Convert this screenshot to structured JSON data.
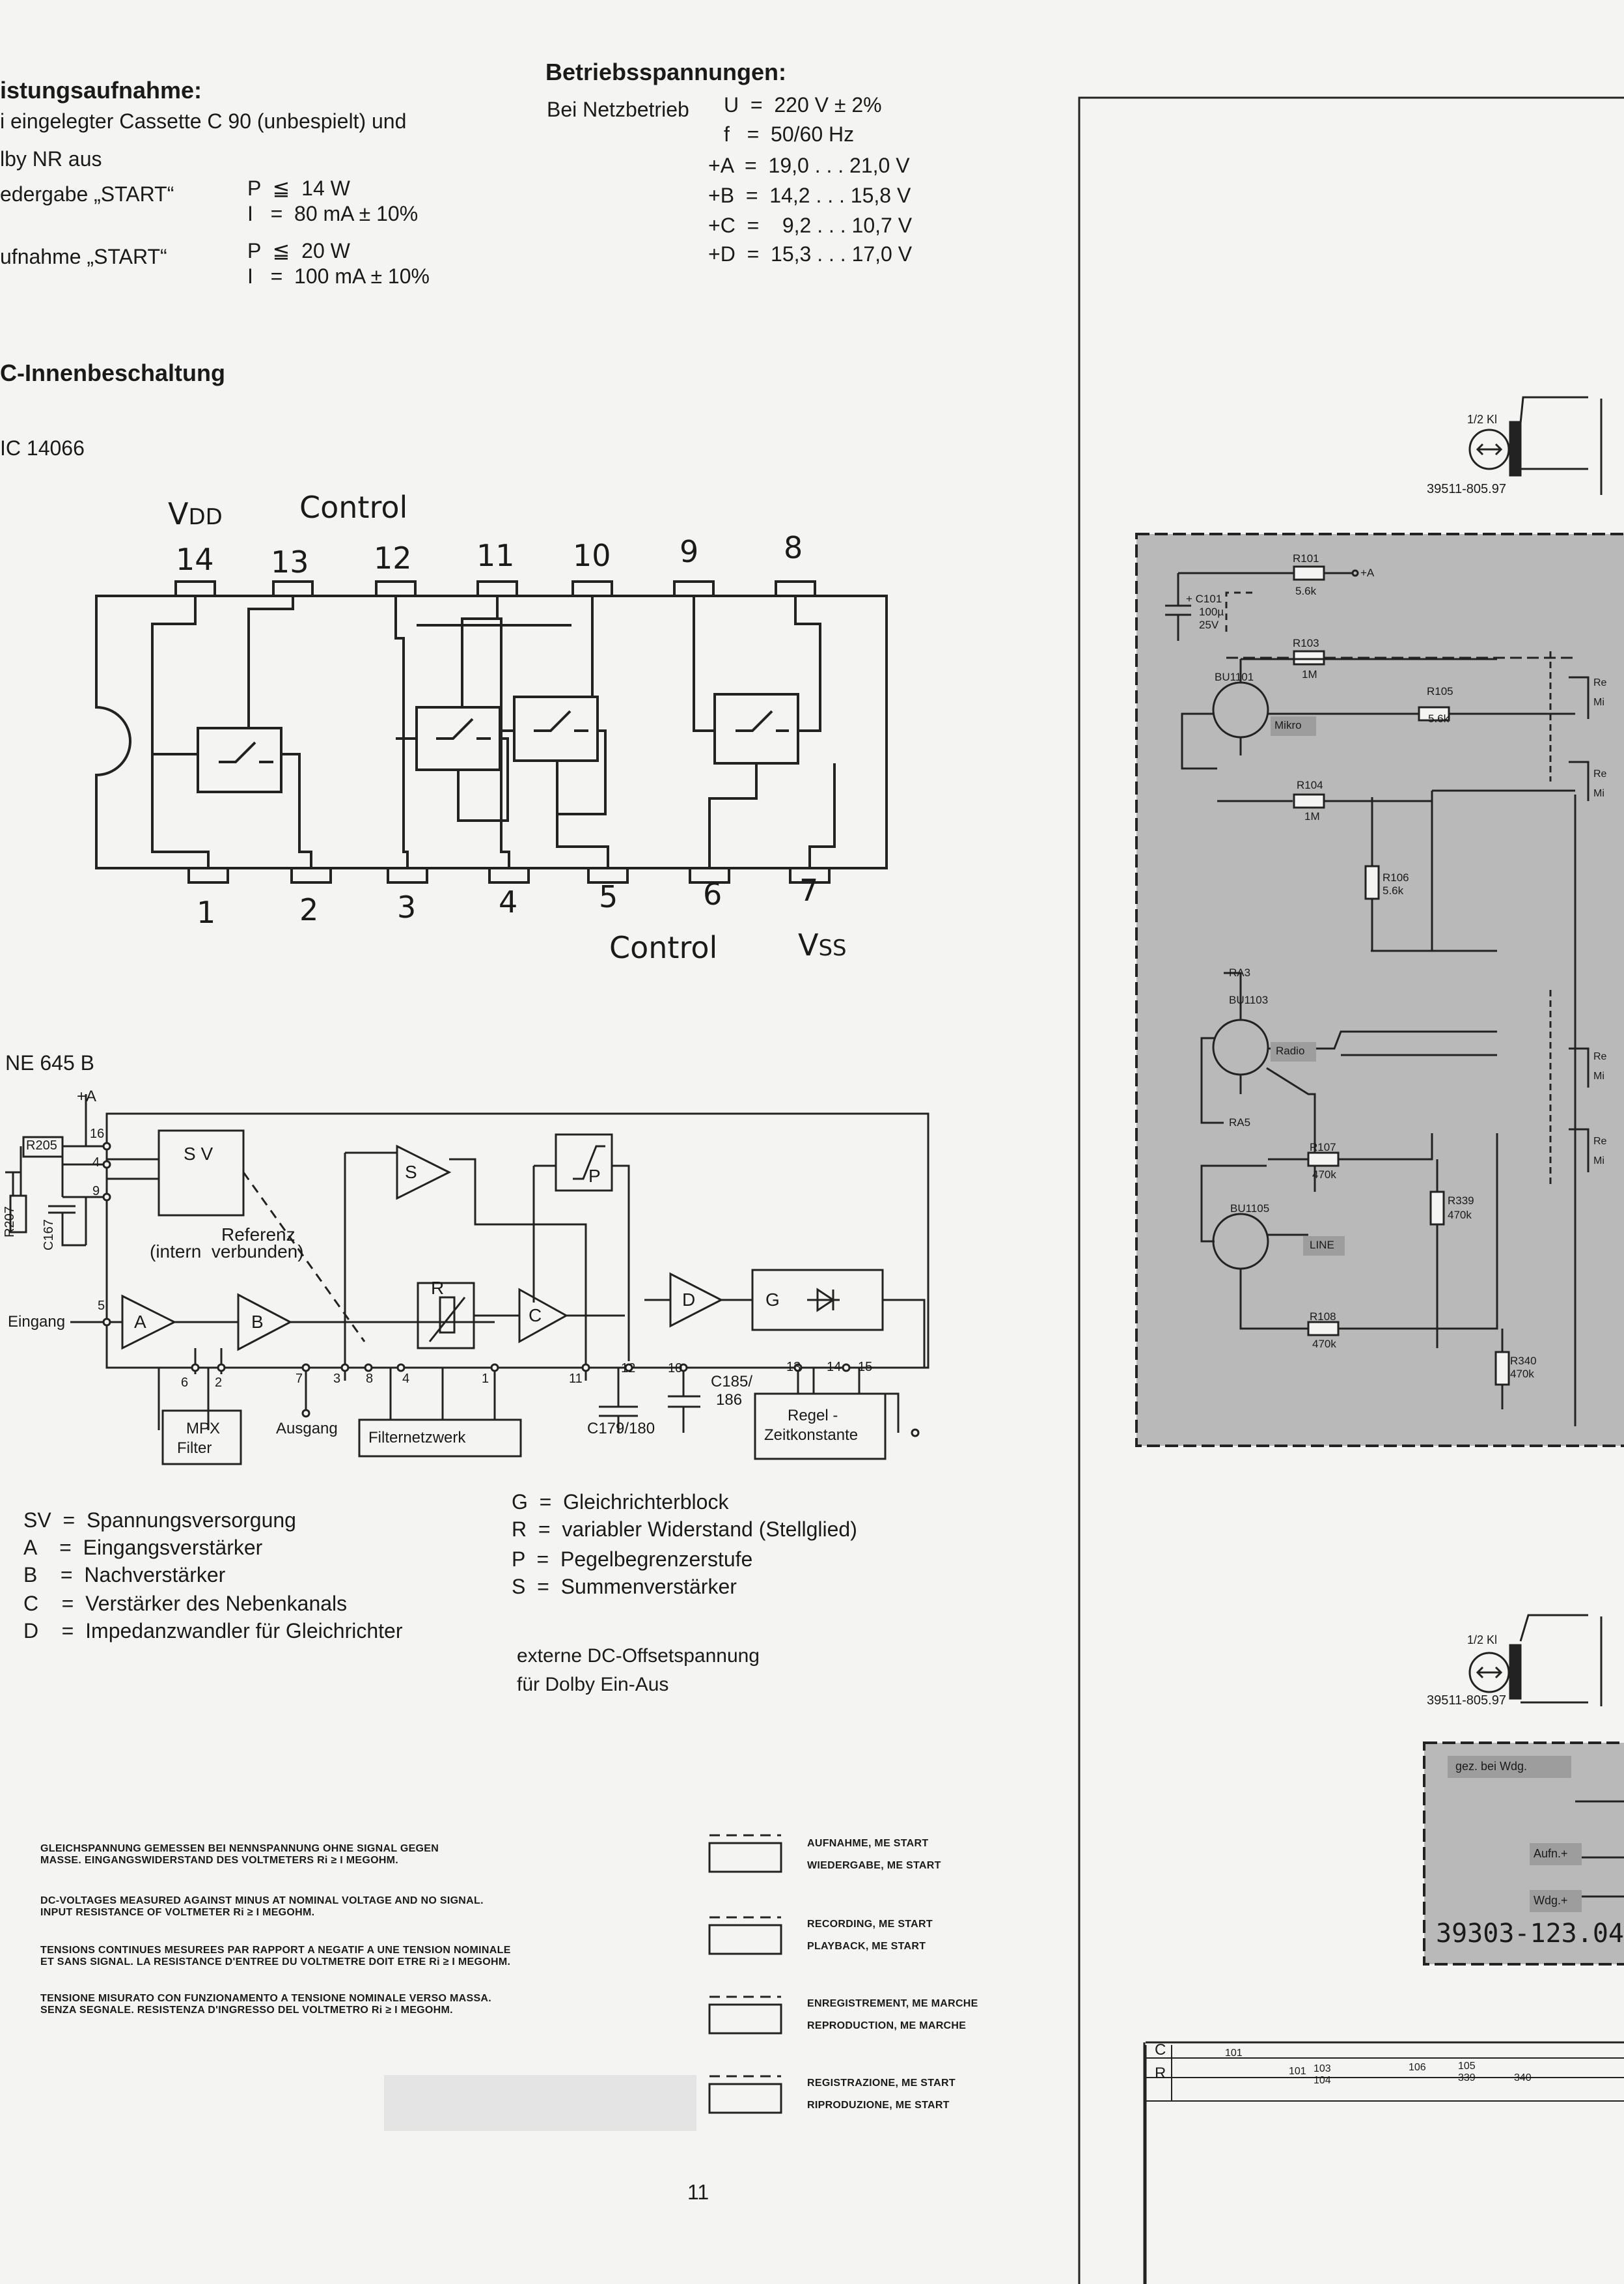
{
  "left_col": {
    "heading_power": "istungsaufnahme:",
    "line1": "i eingelegter Cassette C 90 (unbespielt) und",
    "line2": "lby NR aus",
    "play_label": "edergabe „START“",
    "play_p": "P  ≦  14 W",
    "play_i": "I   =  80 mA ± 10%",
    "rec_label": "ufnahme „START“",
    "rec_p": "P  ≦  20 W",
    "rec_i": "I   =  100 mA ± 10%",
    "heading_ic": "C-Innenbeschaltung",
    "ic_name": "IC 14066",
    "ne_name": "NE 645 B"
  },
  "right_col": {
    "heading": "Betriebsspannungen:",
    "netz_label": "Bei Netzbetrieb",
    "u": "U  =  220 V ± 2%",
    "f": "f   =  50/60 Hz",
    "a": "+A  =  19,0 . . . 21,0 V",
    "b": "+B  =  14,2 . . . 15,8 V",
    "c": "+C  =    9,2 . . . 10,7 V",
    "d": "+D  =  15,3 . . . 17,0 V"
  },
  "ic14066": {
    "top_pins": [
      "14",
      "13",
      "12",
      "11",
      "10",
      "9",
      "8"
    ],
    "bottom_pins": [
      "1",
      "2",
      "3",
      "4",
      "5",
      "6",
      "7"
    ],
    "vdd": "V",
    "vdd_sub": "DD",
    "control_top": "Control",
    "control_bottom": "Control",
    "vss": "V",
    "vss_sub": "SS"
  },
  "ne645": {
    "plus_a": "+A",
    "r205": "R205",
    "r207": "R207",
    "c167": "C167",
    "eingang": "Eingang",
    "sv": "S V",
    "referenz": "Referenz",
    "intern": "(intern  verbunden)",
    "block_a": "A",
    "block_b": "B",
    "block_s": "S",
    "block_p": "P",
    "block_r": "R",
    "block_c": "C",
    "block_d": "D",
    "block_g": "G",
    "mpx1": "MPX",
    "mpx2": "Filter",
    "ausgang": "Ausgang",
    "filternetz": "Filternetzwerk",
    "c179": "C179/180",
    "c185": "C185/",
    "c186": "186",
    "regel1": "Regel -",
    "regel2": "Zeitkonstante",
    "pins": [
      "16",
      "4",
      "9",
      "5",
      "6",
      "2",
      "7",
      "3",
      "8",
      "4",
      "1",
      "11",
      "12",
      "10",
      "13",
      "14",
      "15"
    ]
  },
  "legend_left": [
    "SV  =  Spannungsversorgung",
    "A    =  Eingangsverstärker",
    "B    =  Nachverstärker",
    "C    =  Verstärker des Nebenkanals",
    "D    =  Impedanzwandler für Gleichrichter"
  ],
  "legend_right": [
    "G  =  Gleichrichterblock",
    "R  =  variabler Widerstand (Stellglied)",
    "P  =  Pegelbegrenzerstufe",
    "S  =  Summenverstärker"
  ],
  "dc_offset1": "externe DC-Offsetspannung",
  "dc_offset2": "für Dolby Ein-Aus",
  "notes": [
    "GLEICHSPANNUNG GEMESSEN BEI NENNSPANNUNG OHNE SIGNAL GEGEN\nMASSE. EINGANGSWIDERSTAND DES VOLTMETERS Ri ≥ I MEGOHM.",
    "DC-VOLTAGES MEASURED AGAINST MINUS AT NOMINAL VOLTAGE AND NO SIGNAL.\nINPUT RESISTANCE OF VOLTMETER Ri ≥ I MEGOHM.",
    "TENSIONS CONTINUES MESUREES PAR RAPPORT A NEGATIF A UNE TENSION NOMINALE\nET SANS SIGNAL. LA RESISTANCE D'ENTREE DU VOLTMETRE DOIT ETRE Ri ≥ I MEGOHM.",
    "TENSIONE MISURATO CON FUNZIONAMENTO A TENSIONE NOMINALE VERSO MASSA.\nSENZA SEGNALE. RESISTENZA D'INGRESSO DEL VOLTMETRO Ri ≥ I MEGOHM."
  ],
  "legend_boxes": [
    [
      "AUFNAHME, ME START",
      "WIEDERGABE, ME START"
    ],
    [
      "RECORDING, ME START",
      "PLAYBACK, ME START"
    ],
    [
      "ENREGISTREMENT, ME MARCHE",
      "REPRODUCTION, ME MARCHE"
    ],
    [
      "REGISTRAZIONE, ME START",
      "RIPRODUZIONE, ME START"
    ]
  ],
  "page_number": "11",
  "schematic": {
    "k1": "1/2 Kl",
    "part1": "39511-805.97",
    "part2": "39511-805.97",
    "r101": "R101",
    "r101v": "5.6k",
    "plus_a": "+A",
    "c101": "+ C101",
    "c101v1": "100µ",
    "c101v2": "25V",
    "r103": "R103",
    "r103v": "1M",
    "bu1101": "BU1101",
    "mikro": "Mikro",
    "r105": "R105",
    "r105v": "5.6k",
    "r104": "R104",
    "r104v": "1M",
    "r106": "R106",
    "r106v": "5.6k",
    "ra3": "RA3",
    "bu1103": "BU1103",
    "radio": "Radio",
    "ra5": "RA5",
    "r107": "R107",
    "r107v": "470k",
    "r339": "R339",
    "r339v": "470k",
    "bu1105": "BU1105",
    "line": "LINE",
    "r108": "R108",
    "r108v": "470k",
    "r340": "R340",
    "r340v": "470k",
    "sw_re": "Re",
    "sw_mi": "Mi",
    "gez": "gez. bei Wdg.",
    "aufn": "Aufn.+",
    "wdg": "Wdg.+",
    "board": "39303-123.04",
    "row_c": "C",
    "row_r": "R",
    "c_vals": [
      "101"
    ],
    "r_vals": [
      "101",
      "103",
      "104",
      "106",
      "105",
      "339",
      "340"
    ]
  }
}
